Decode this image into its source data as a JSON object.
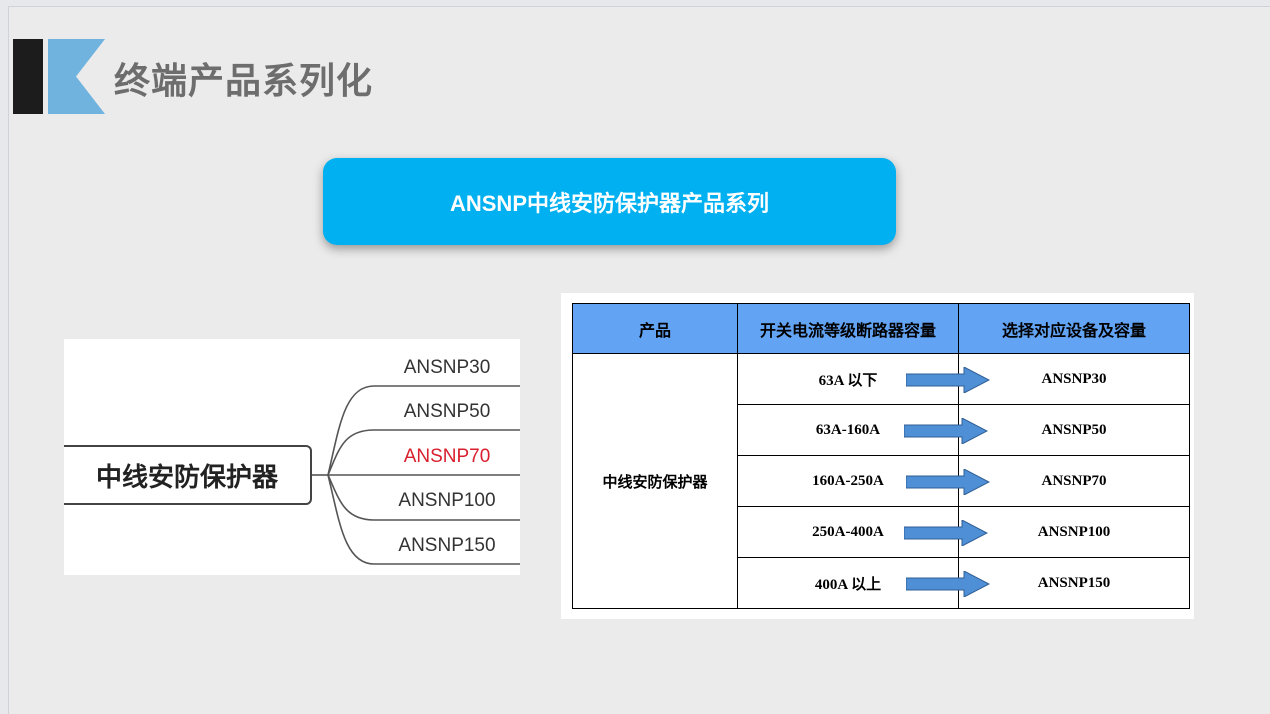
{
  "slide_title": "终端产品系列化",
  "banner": "ANSNP中线安防保护器产品系列",
  "mindmap": {
    "root": "中线安防保护器",
    "leaves": [
      "ANSNP30",
      "ANSNP50",
      "ANSNP70",
      "ANSNP100",
      "ANSNP150"
    ],
    "highlight_color": "#d9202e"
  },
  "table": {
    "headers": [
      "产品",
      "开关电流等级断路器容量",
      "选择对应设备及容量"
    ],
    "product": "中线安防保护器",
    "rows": [
      {
        "current": "63A 以下",
        "model": "ANSNP30"
      },
      {
        "current": "63A-160A",
        "model": "ANSNP50"
      },
      {
        "current": "160A-250A",
        "model": "ANSNP70"
      },
      {
        "current": "250A-400A",
        "model": "ANSNP100"
      },
      {
        "current": "400A 以上",
        "model": "ANSNP150"
      }
    ],
    "header_color": "#62a3f4",
    "arrow_color": "#4f8fd6"
  }
}
